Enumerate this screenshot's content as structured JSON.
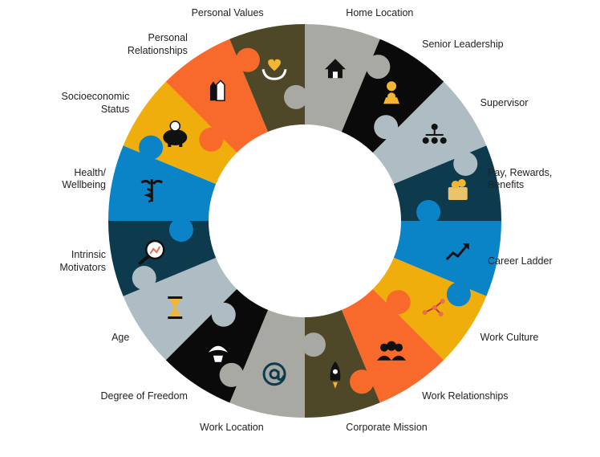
{
  "segments": [
    {
      "label": "Home Location",
      "color": "#a9a9a3",
      "icon": "house-icon"
    },
    {
      "label": "Senior Leadership",
      "color": "#0a0a0a",
      "icon": "leader-lightbulb-icon"
    },
    {
      "label": "Supervisor",
      "color": "#aebcc3",
      "icon": "org-chart-icon"
    },
    {
      "label": "Pay, Rewards,\nBenefits",
      "color": "#0d3a4d",
      "icon": "wallet-coins-icon"
    },
    {
      "label": "Career Ladder",
      "color": "#0a84c6",
      "icon": "trend-arrow-icon"
    },
    {
      "label": "Work Culture",
      "color": "#efae0b",
      "icon": "network-nodes-icon"
    },
    {
      "label": "Work Relationships",
      "color": "#f76a2c",
      "icon": "people-group-icon"
    },
    {
      "label": "Corporate Mission",
      "color": "#4f4828",
      "icon": "rocket-icon"
    },
    {
      "label": "Work Location",
      "color": "#a9a9a3",
      "icon": "at-sign-icon"
    },
    {
      "label": "Degree of Freedom",
      "color": "#0a0a0a",
      "icon": "bird-hands-icon"
    },
    {
      "label": "Age",
      "color": "#aebcc3",
      "icon": "hourglass-icon"
    },
    {
      "label": "Intrinsic\nMotivators",
      "color": "#0d3a4d",
      "icon": "magnifier-chart-icon"
    },
    {
      "label": "Health/\nWellbeing",
      "color": "#0a84c6",
      "icon": "caduceus-icon"
    },
    {
      "label": "Socioeconomic\nStatus",
      "color": "#efae0b",
      "icon": "piggy-bank-icon"
    },
    {
      "label": "Personal\nRelationships",
      "color": "#f76a2c",
      "icon": "hands-raised-icon"
    },
    {
      "label": "Personal Values",
      "color": "#4f4828",
      "icon": "heart-hands-icon"
    }
  ]
}
